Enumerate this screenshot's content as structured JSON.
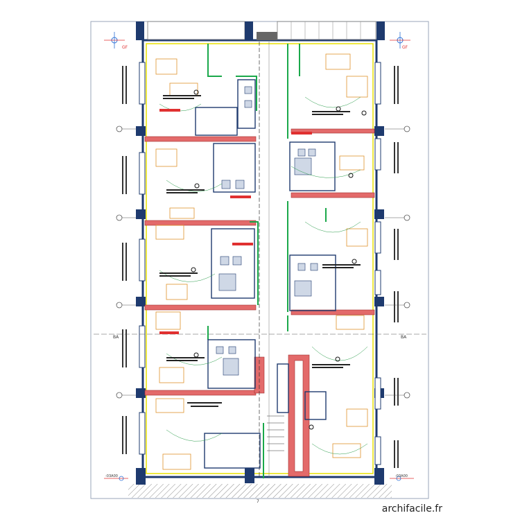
{
  "watermark": "archifacile.fr",
  "labels": {
    "grid_left": "GF",
    "grid_right": "GF",
    "axis_left": "BA",
    "axis_right": "BA",
    "axis_number": "7",
    "level_bottom_left": "-03A00",
    "level_bottom_right": "-03A00"
  },
  "colors": {
    "wall": "#e36a6a",
    "column": "#1e3a6e",
    "accent_green": "#1aa84a",
    "accent_yellow": "#e8e000",
    "line_blue": "#2a6fd6",
    "furniture_orange": "#e0922a"
  }
}
